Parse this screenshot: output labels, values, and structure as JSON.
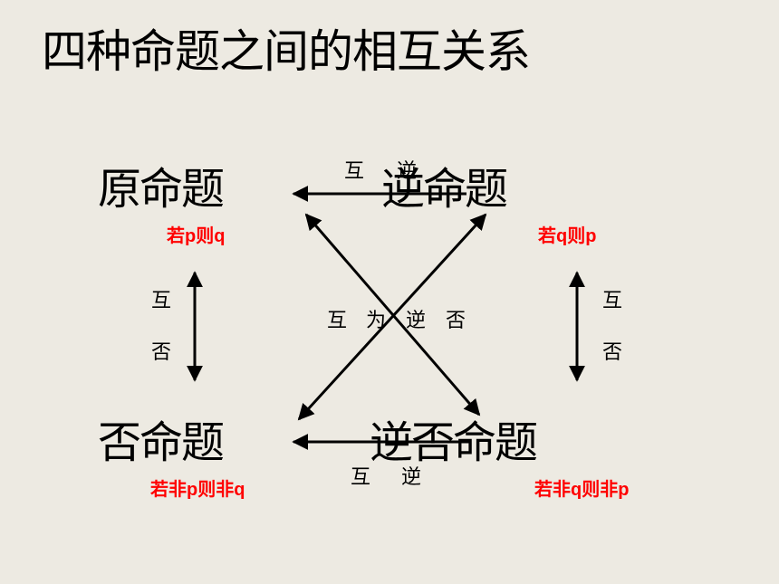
{
  "title": "四种命题之间的相互关系",
  "propositions": {
    "original": {
      "name": "原命题",
      "condition": "若p则q"
    },
    "converse": {
      "name": "逆命题",
      "condition": "若q则p"
    },
    "inverse": {
      "name": "否命题",
      "condition": "若非p则非q"
    },
    "contrapositive": {
      "name": "逆否命题",
      "condition": "若非q则非p"
    }
  },
  "relations": {
    "top": [
      "互",
      "逆"
    ],
    "bottom": [
      "互",
      "逆"
    ],
    "left": [
      "互",
      "否"
    ],
    "right": [
      "互",
      "否"
    ],
    "center": [
      "互",
      "为",
      "逆",
      "否"
    ]
  },
  "colors": {
    "background": "#EDEAE2",
    "text": "#000000",
    "condition": "#FF0000",
    "arrow": "#000000"
  }
}
